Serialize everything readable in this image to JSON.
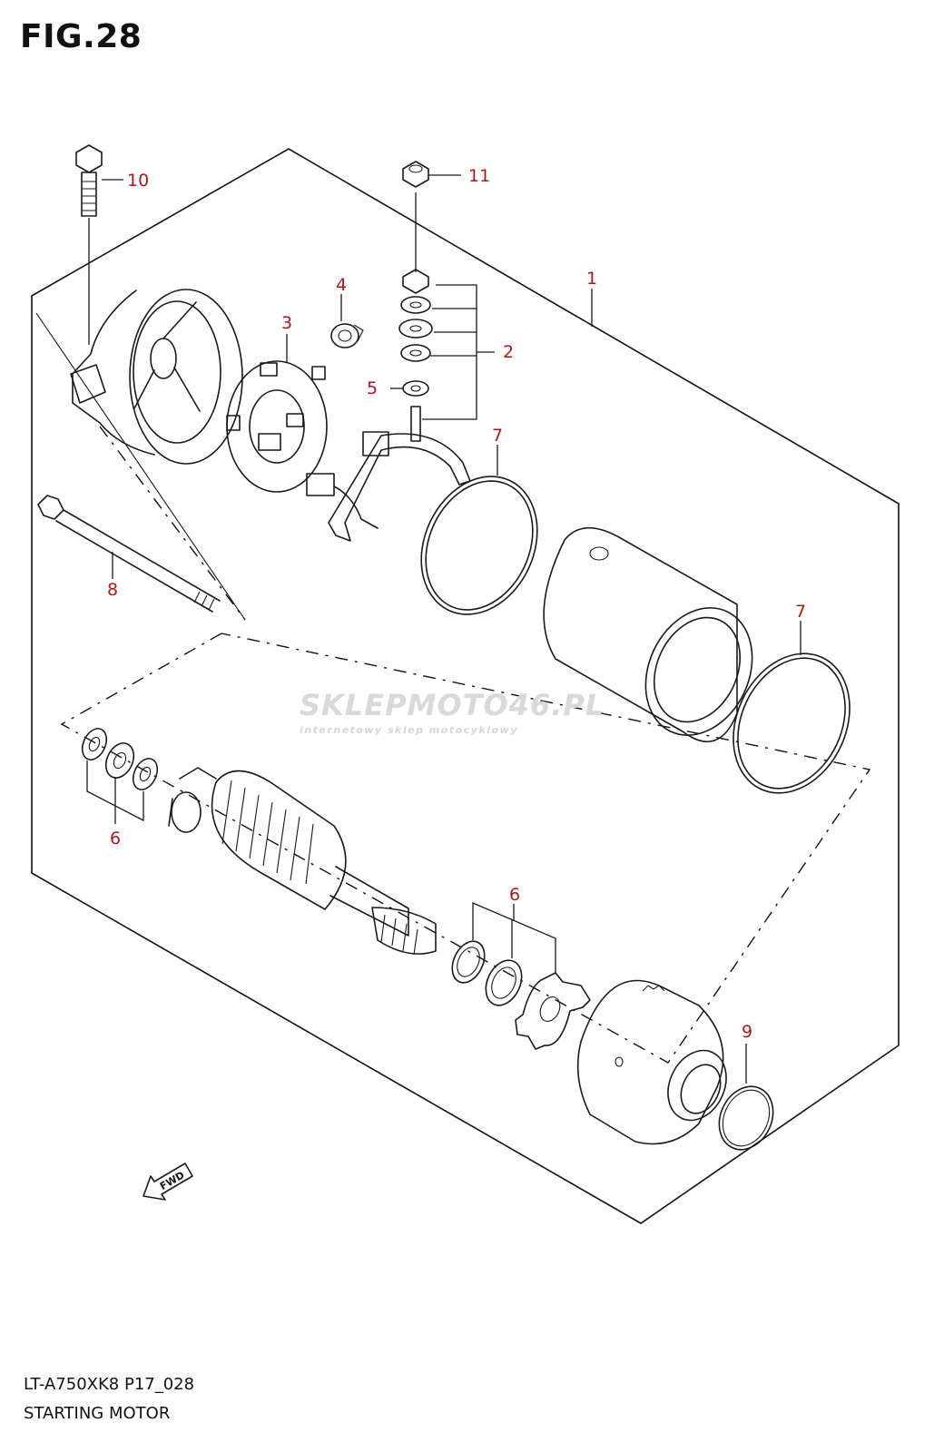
{
  "figure": {
    "title": "FIG.28",
    "model_code": "LT-A750XK8 P17_028",
    "name": "STARTING MOTOR"
  },
  "callouts": [
    "1",
    "2",
    "3",
    "4",
    "5",
    "6",
    "7",
    "8",
    "9",
    "10",
    "11"
  ],
  "watermark": {
    "brand_a": "SKLEP",
    "brand_b": "MOTO",
    "brand_c": "46",
    "brand_d": ".PL",
    "tagline": "internetowy sklep motocyklowy"
  },
  "fwd_label": "FWD",
  "colors": {
    "callout_red": "#b1171a",
    "line": "#1a1a1a",
    "watermark": "#d9d9d9"
  }
}
